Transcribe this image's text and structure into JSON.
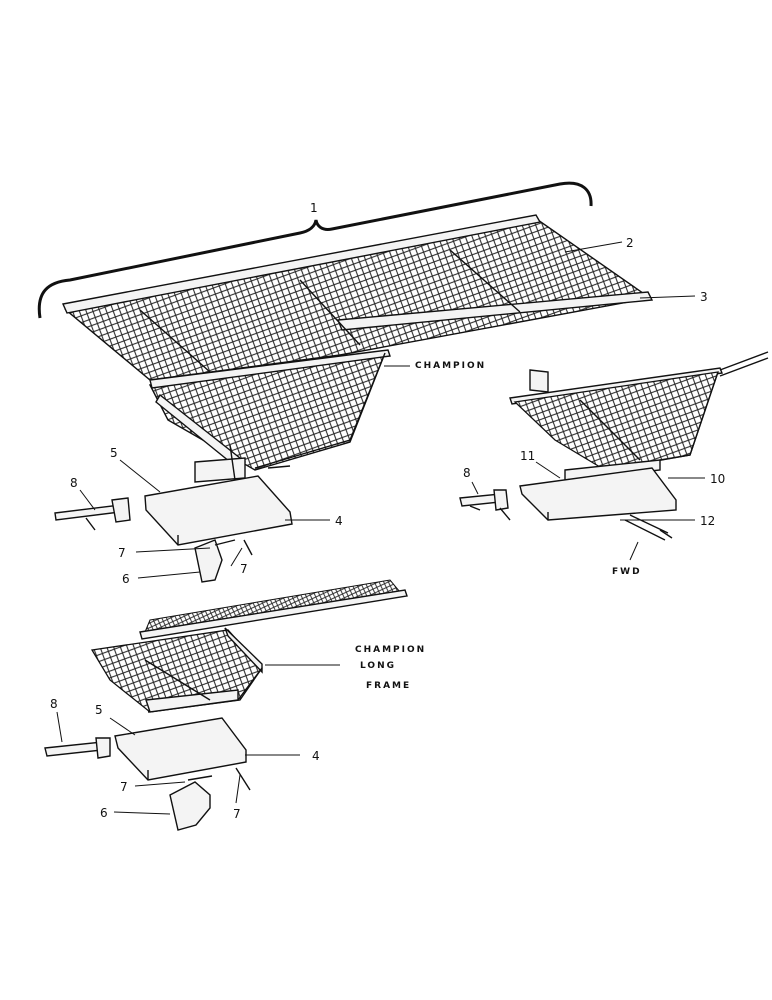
{
  "captions": {
    "champion": "CHAMPION",
    "champion_long_1": "CHAMPION",
    "champion_long_2": "LONG",
    "champion_long_3": "FRAME",
    "fwd": "FWD"
  },
  "callouts": {
    "c1": "1",
    "c2": "2",
    "c3": "3",
    "c4a": "4",
    "c5a": "5",
    "c6a": "6",
    "c7a": "7",
    "c7b": "7",
    "c8a": "8",
    "c8b": "8",
    "c10": "10",
    "c11": "11",
    "c12": "12",
    "c4b": "4",
    "c5b": "5",
    "c6b": "6",
    "c7c": "7",
    "c7d": "7",
    "c8c": "8"
  }
}
